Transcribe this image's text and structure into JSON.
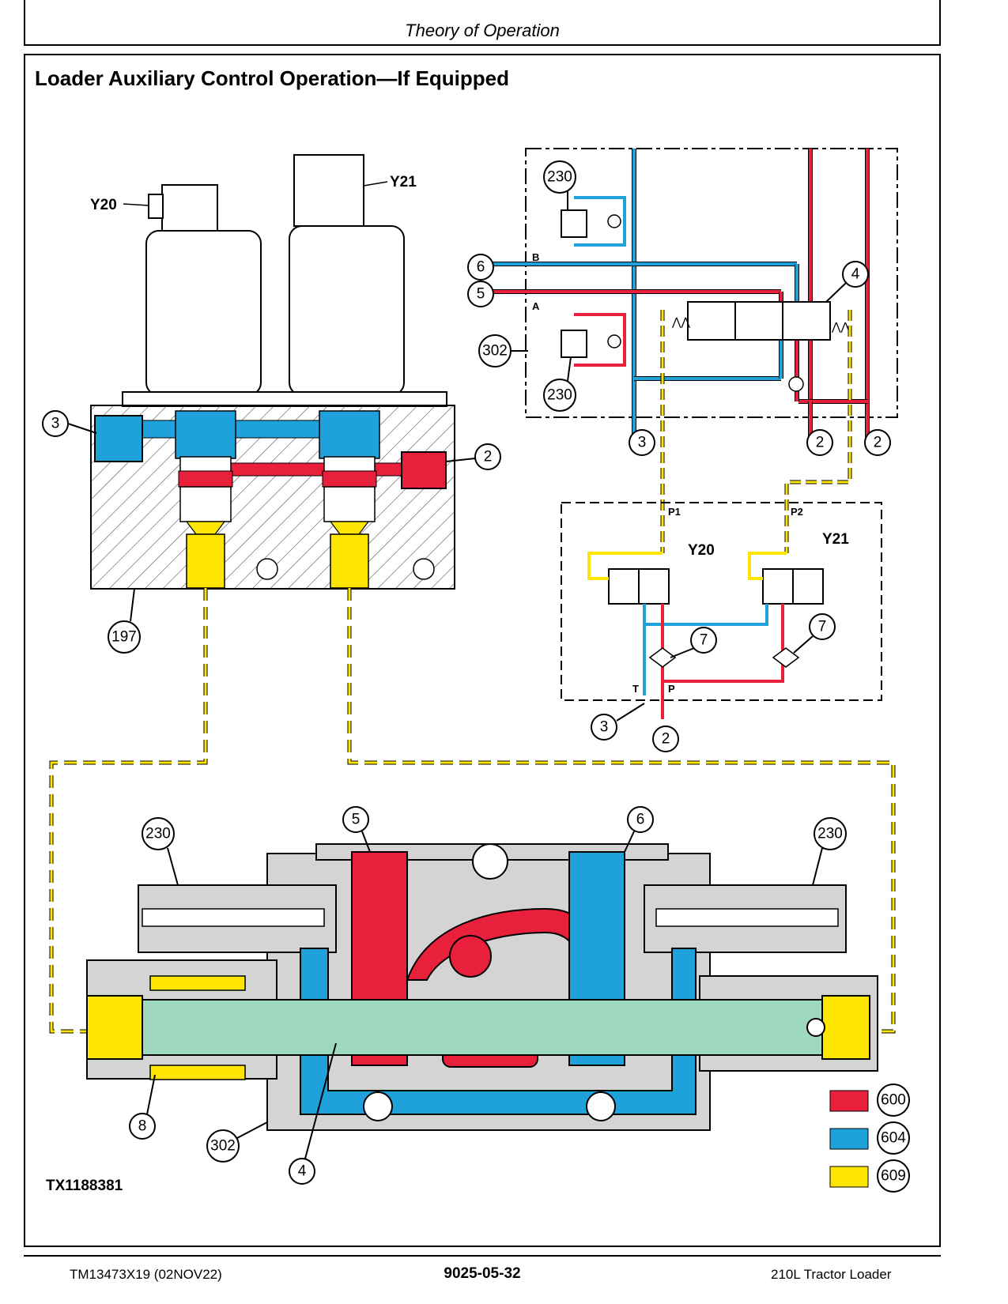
{
  "header": {
    "section": "Theory of Operation"
  },
  "title": "Loader Auxiliary Control Operation—If Equipped",
  "figure_id": "TX1188381",
  "footer": {
    "left": "TM13473X19 (02NOV22)",
    "center": "9025-05-32",
    "right": "210L Tractor Loader"
  },
  "colors": {
    "pressure": "#e8203c",
    "return": "#1fa2dc",
    "pilot": "#ffe600",
    "spool": "#9ed8c0",
    "body": "#d4d4d4"
  },
  "labels": {
    "y20": "Y20",
    "y21": "Y21",
    "port_a": "A",
    "port_b": "B",
    "p1": "P1",
    "p2": "P2",
    "t": "T",
    "p": "P"
  },
  "callouts": {
    "n230": "230",
    "n302": "302",
    "n197": "197",
    "n2": "2",
    "n3": "3",
    "n4": "4",
    "n5": "5",
    "n6": "6",
    "n7": "7",
    "n8": "8"
  },
  "legend": [
    {
      "color": "#e8203c",
      "label": "600"
    },
    {
      "color": "#1fa2dc",
      "label": "604"
    },
    {
      "color": "#ffe600",
      "label": "609"
    }
  ]
}
